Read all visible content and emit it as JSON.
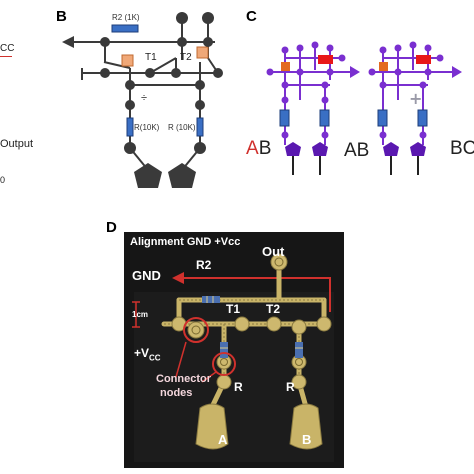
{
  "panel_a": {
    "vcc_fragment": "CC",
    "output_label": "Output",
    "bottom_fragment": "0"
  },
  "panel_b": {
    "letter": "B",
    "r2_label": "R2 (1K)",
    "t1_label": "T1",
    "t2_label": "T2",
    "divider": "÷",
    "r_left_label": "R(10K)",
    "r_right_label": "R (10K)"
  },
  "panel_c": {
    "letter": "C",
    "label_ab_red_a": "A",
    "label_ab_b": "B",
    "label_ab_mid": "AB",
    "label_bc": "BC"
  },
  "panel_d": {
    "letter": "D",
    "alignment": "Alignment GND +Vcc",
    "out": "Out",
    "gnd": "GND",
    "r2": "R2",
    "scale": "1cm",
    "t1": "T1",
    "t2": "T2",
    "vcc": "+V",
    "vcc_sub": "CC",
    "connector": "Connector",
    "nodes": "nodes",
    "r_left": "R",
    "r_right": "R",
    "a": "A",
    "b": "B"
  },
  "colors": {
    "node": "#3a3a3a",
    "resistor": "#3a6fc4",
    "transistor": "#f0a878",
    "purple": "#7a2fd0",
    "red": "#d0312d",
    "photo_bg": "#141414",
    "gold": "#c9b468"
  }
}
